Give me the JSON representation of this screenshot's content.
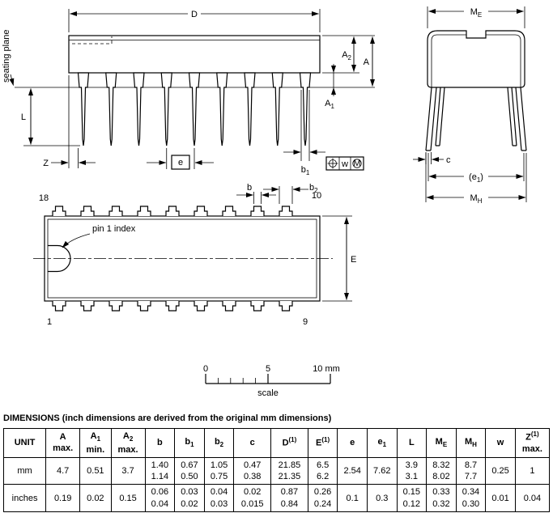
{
  "colors": {
    "line": "#000000",
    "end_view_body_fill": "#ececec"
  },
  "side_view": {
    "seating_plane_label": "seating plane",
    "dims": {
      "D": "D",
      "A": "A",
      "A1_base": "A",
      "A1_sub": "1",
      "A2_base": "A",
      "A2_sub": "2",
      "L": "L",
      "Z": "Z",
      "e": "e",
      "b1_base": "b",
      "b1_sub": "1",
      "w": "w",
      "M": "M"
    }
  },
  "end_view": {
    "dims": {
      "ME_base": "M",
      "ME_sub": "E",
      "MH_base": "M",
      "MH_sub": "H",
      "c": "c",
      "e1_pre": "(e",
      "e1_sub": "1",
      "e1_post": ")"
    }
  },
  "top_view": {
    "pin_top_left": "18",
    "pin_top_right": "10",
    "pin_bottom_left": "1",
    "pin_bottom_right": "9",
    "pin1_index_label": "pin 1 index",
    "dims": {
      "b": "b",
      "b2_base": "b",
      "b2_sub": "2",
      "E": "E"
    }
  },
  "scale_bar": {
    "tick0": "0",
    "tick5": "5",
    "tick10": "10 mm",
    "label": "scale"
  },
  "table": {
    "caption": "DIMENSIONS (inch dimensions are derived from the original mm dimensions)",
    "headers": [
      {
        "base": "UNIT"
      },
      {
        "base": "A",
        "line2": "max."
      },
      {
        "base": "A",
        "sub": "1",
        "line2": "min."
      },
      {
        "base": "A",
        "sub": "2",
        "line2": "max."
      },
      {
        "base": "b"
      },
      {
        "base": "b",
        "sub": "1"
      },
      {
        "base": "b",
        "sub": "2"
      },
      {
        "base": "c"
      },
      {
        "base": "D",
        "sup": "(1)"
      },
      {
        "base": "E",
        "sup": "(1)"
      },
      {
        "base": "e"
      },
      {
        "base": "e",
        "sub": "1"
      },
      {
        "base": "L"
      },
      {
        "base": "M",
        "sub": "E"
      },
      {
        "base": "M",
        "sub": "H"
      },
      {
        "base": "w"
      },
      {
        "base": "Z",
        "sup": "(1)",
        "line2": "max."
      }
    ],
    "rows": [
      {
        "unit": "mm",
        "values": [
          "4.7",
          "0.51",
          "3.7",
          "1.40\n1.14",
          "0.67\n0.50",
          "1.05\n0.75",
          "0.47\n0.38",
          "21.85\n21.35",
          "6.5\n6.2",
          "2.54",
          "7.62",
          "3.9\n3.1",
          "8.32\n8.02",
          "8.7\n7.7",
          "0.25",
          "1"
        ]
      },
      {
        "unit": "inches",
        "values": [
          "0.19",
          "0.02",
          "0.15",
          "0.06\n0.04",
          "0.03\n0.02",
          "0.04\n0.03",
          "0.02\n0.015",
          "0.87\n0.84",
          "0.26\n0.24",
          "0.1",
          "0.3",
          "0.15\n0.12",
          "0.33\n0.32",
          "0.34\n0.30",
          "0.01",
          "0.04"
        ]
      }
    ]
  }
}
